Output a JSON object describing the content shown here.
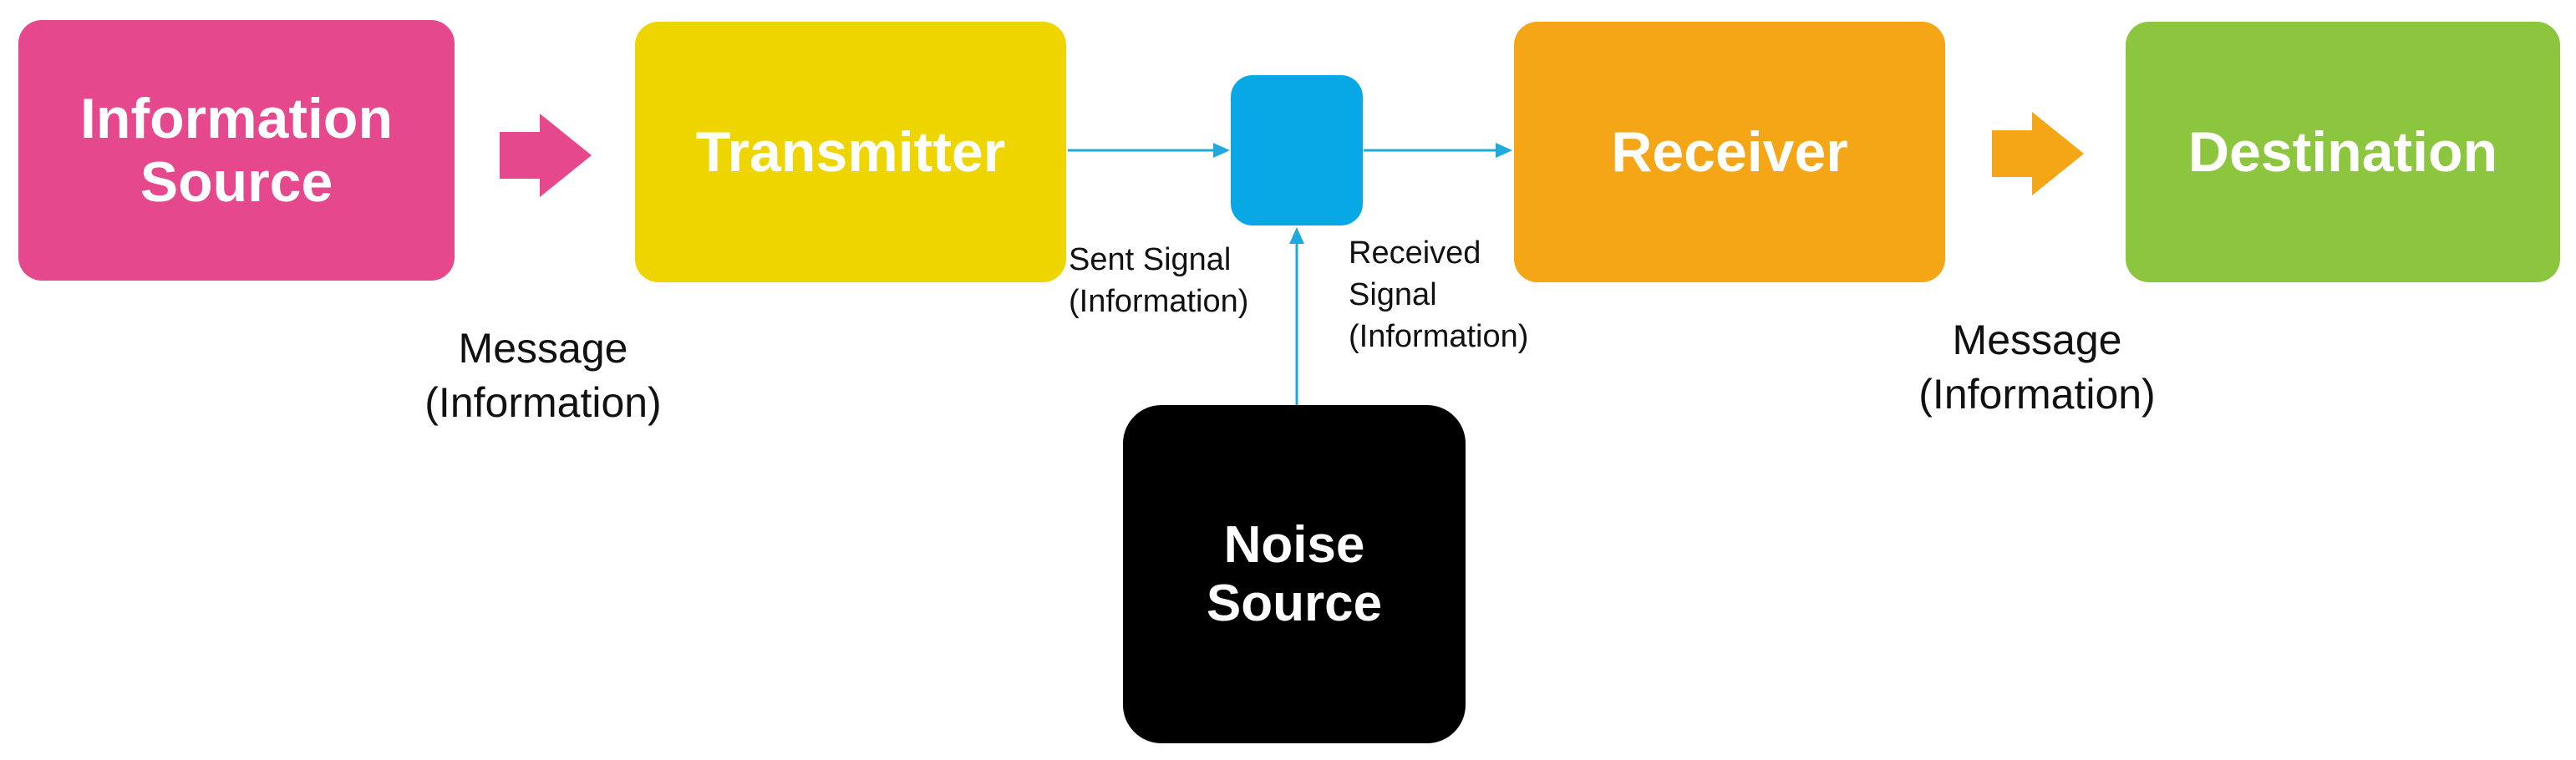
{
  "nodes": {
    "information_source": "Information\nSource",
    "transmitter": "Transmitter",
    "channel": "",
    "receiver": "Receiver",
    "destination": "Destination",
    "noise_source": "Noise\nSource"
  },
  "edge_labels": {
    "message_left": "Message\n(Information)",
    "sent_signal": "Sent Signal\n(Information)",
    "received_signal": "Received\nSignal\n(Information)",
    "message_right": "Message\n(Information)"
  },
  "colors": {
    "information_source": "#e5488c",
    "transmitter": "#eed500",
    "channel": "#08a8e6",
    "receiver": "#f4a617",
    "destination": "#8cc63f",
    "noise_source": "#000000",
    "signal_line": "#21a9de"
  }
}
